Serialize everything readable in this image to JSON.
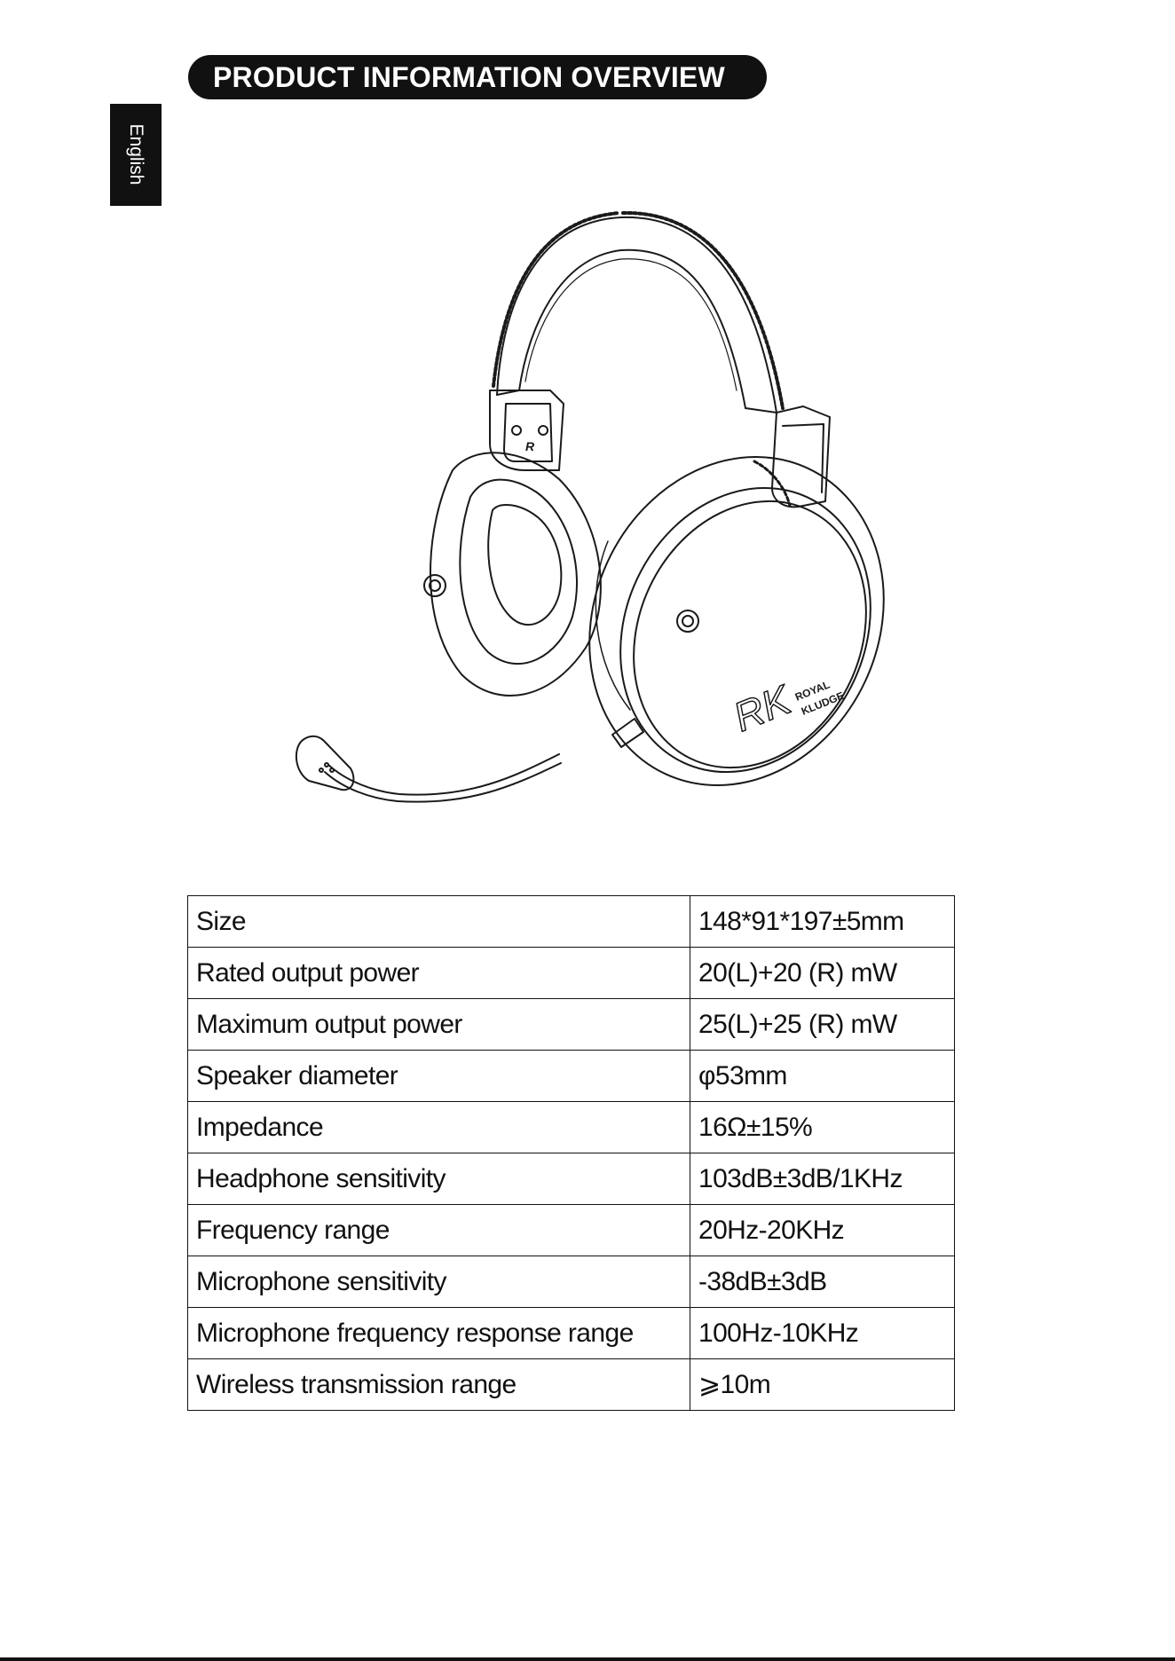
{
  "header": {
    "title": "PRODUCT INFORMATION OVERVIEW",
    "language_tab": "English"
  },
  "illustration": {
    "icon": "headset-line-drawing",
    "brand_mark": "RK",
    "brand_name_line1": "ROYAL",
    "brand_name_line2": "KLUDGE",
    "earcup_marker": "R"
  },
  "specs": [
    {
      "param": "Size",
      "value": "148*91*197±5mm"
    },
    {
      "param": "Rated output power",
      "value": "20(L)+20 (R) mW"
    },
    {
      "param": "Maximum output power",
      "value": "25(L)+25 (R) mW"
    },
    {
      "param": "Speaker diameter",
      "value": "φ53mm"
    },
    {
      "param": "Impedance",
      "value": "16Ω±15%"
    },
    {
      "param": "Headphone sensitivity",
      "value": "103dB±3dB/1KHz"
    },
    {
      "param": "Frequency range",
      "value": "20Hz-20KHz"
    },
    {
      "param": "Microphone sensitivity",
      "value": "-38dB±3dB"
    },
    {
      "param": "Microphone frequency response range",
      "value": "100Hz-10KHz"
    },
    {
      "param": "Wireless transmission range",
      "value": "⩾10m"
    }
  ]
}
